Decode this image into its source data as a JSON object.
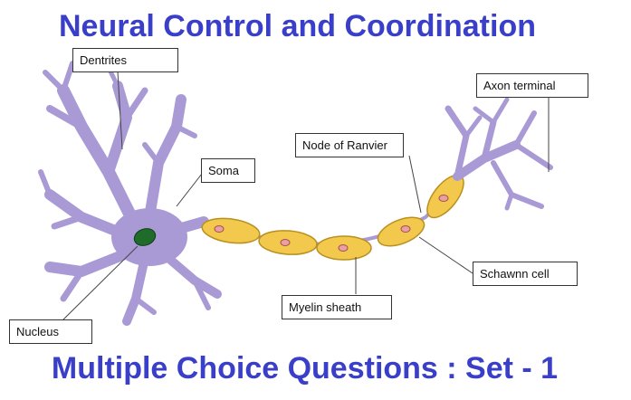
{
  "header": {
    "title": "Neural Control and Coordination"
  },
  "footer": {
    "subtitle": "Multiple Choice Questions : Set - 1"
  },
  "labels": {
    "dendrites": "Dentrites",
    "soma": "Soma",
    "nucleus": "Nucleus",
    "node_of_ranvier": "Node of Ranvier",
    "axon_terminal": "Axon terminal",
    "schwann_cell": "Schawnn cell",
    "myelin_sheath": "Myelin sheath"
  },
  "colors": {
    "title": "#3a3fc9",
    "neuron": "#a99ad6",
    "neuron_outline": "#6f5fa8",
    "myelin": "#f2c94c",
    "myelin_outline": "#b8901f",
    "schwann_nucleus": "#e8a0a0",
    "nucleus": "#1e6b2a"
  }
}
